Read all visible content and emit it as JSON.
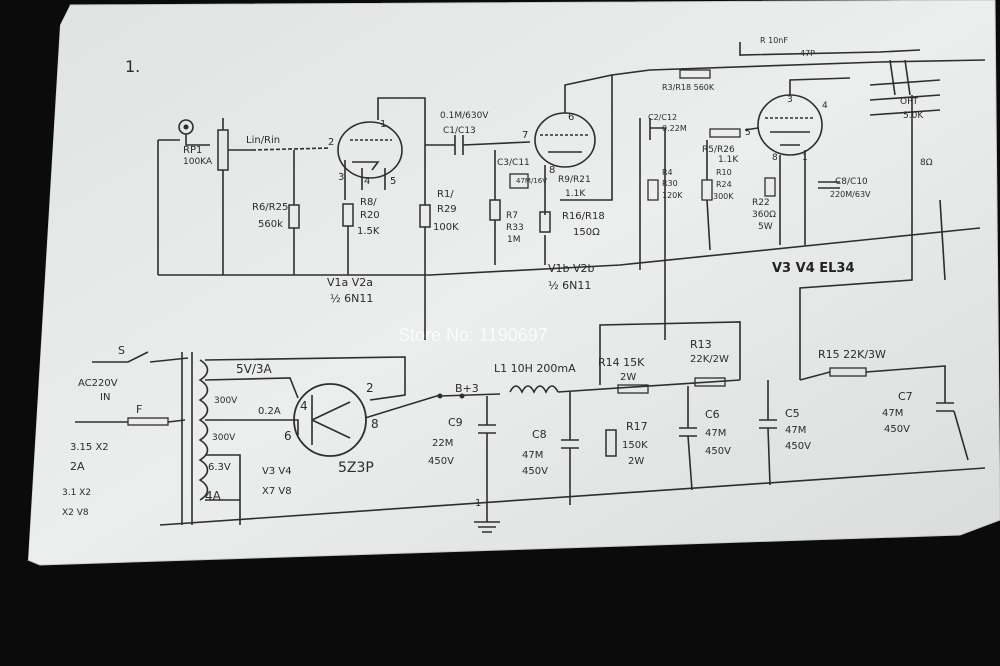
{
  "page_number": "1.",
  "input": {
    "pot": "RP1",
    "pot_value": "100KA",
    "channel": "Lin/Rin",
    "pin": "2"
  },
  "stage1": {
    "r_grid_label": "R6/R25",
    "r_grid_value": "560k",
    "r_cath_label": "R8/",
    "r_cath_label2": "R20",
    "r_cath_value": "1.5K",
    "r_plate_label": "R1/",
    "r_plate_label2": "R29",
    "r_plate_value": "100K",
    "tube_label": "V1a  V2a",
    "tube_type": "½ 6N11",
    "pins": {
      "p1": "1",
      "p3": "3",
      "p4": "4",
      "p5": "5"
    }
  },
  "coupling": {
    "value": "0.1M/630V",
    "label": "C1/C13",
    "pin": "7"
  },
  "stage2": {
    "cap_label": "C3/C11",
    "cap_value": "47M/16V",
    "r9": "R9/R21",
    "r9_value": "1.1K",
    "r7": "R7",
    "r7b": "R33",
    "r7_value": "1M",
    "r16": "R16/R18",
    "r16_value": "150Ω",
    "tube_label": "V1b  V2b",
    "tube_type": "½ 6N11",
    "pins": {
      "p6": "6",
      "p8": "8"
    }
  },
  "output": {
    "c_label": "C2/C12",
    "c_value": "0.22M",
    "r3": "R3/R18 560K",
    "r5": "R5/R26",
    "r5_value": "1.1K",
    "r4": "R4",
    "r4b": "R30",
    "r4_value": "120K",
    "r10": "R10",
    "r10b": "R24",
    "r10_value": "300K",
    "r22": "R22",
    "r22_value": "360Ω",
    "r22_watt": "5W",
    "c8": "C8/C10",
    "c8_value": "220M/63V",
    "tubes": "V3 V4 EL34",
    "ot_label": "OPT",
    "ot_value": "5.0K",
    "tap_8": "8Ω",
    "pins": {
      "p3": "3",
      "p5": "5",
      "p4": "4",
      "p8": "8",
      "p1": "1"
    }
  },
  "feedback": {
    "label": "R 10nF",
    "value": "47P"
  },
  "power": {
    "switch": "S",
    "ac_in": "AC220V",
    "ac_in2": "IN",
    "fuse": "F",
    "fuse_rating": "3.15 X2",
    "fuse_rating2": "2A",
    "w_5v": "5V/3A",
    "w_300a": "300V",
    "w_02a": "0.2A",
    "w_300b": "300V",
    "w_63": "6.3V",
    "w_4a": "4A",
    "w_heater_label": "V3 V4",
    "w_heater_label2": "X7 V8",
    "note1": "3.1 X2",
    "note2": "X2 V8",
    "rect_type": "5Z3P",
    "rect_pins": {
      "p4": "4",
      "p6": "6",
      "p2": "2",
      "p8": "8"
    },
    "b_plus": "B+3",
    "choke": "L1  10H 200mA",
    "c9": "C9",
    "c9_value": "22M",
    "c9_volt": "450V",
    "c8": "C8",
    "c8_value": "47M",
    "c8_volt": "450V",
    "r14": "R14 15K",
    "r14_watt": "2W",
    "r17": "R17",
    "r17_value": "150K",
    "r17_watt": "2W",
    "c6": "C6",
    "c6_value": "47M",
    "c6_volt": "450V",
    "r13": "R13",
    "r13_value": "22K/2W",
    "c5": "C5",
    "c5_value": "47M",
    "c5_volt": "450V",
    "r15": "R15 22K/3W",
    "c7": "C7",
    "c7_value": "47M",
    "c7_volt": "450V",
    "ground_pin": "1"
  },
  "watermark": "Store No: 1190697",
  "colors": {
    "paper": "#e7eae9",
    "background": "#0b0b0b",
    "ink": "#2e2e2e"
  }
}
